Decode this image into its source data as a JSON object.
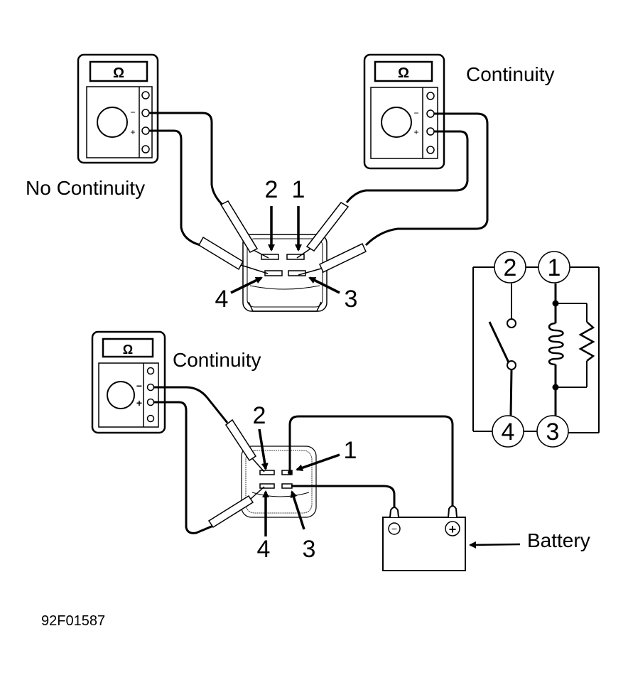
{
  "diagram": {
    "figure_id": "92F01587",
    "colors": {
      "ink": "#000000",
      "background": "#ffffff"
    },
    "meter_symbol": "Ω",
    "meter_terminal_signs": {
      "negative": "−",
      "positive": "+"
    },
    "test1": {
      "result_label": "No Continuity",
      "pins": [
        "2",
        "1",
        "4",
        "3"
      ]
    },
    "test2": {
      "result_label": "Continuity"
    },
    "test3": {
      "result_label": "Continuity",
      "pins": [
        "2",
        "1",
        "4",
        "3"
      ],
      "battery_label": "Battery",
      "battery_neg": "−",
      "battery_pos": "+"
    },
    "schematic": {
      "terminals": [
        "2",
        "1",
        "4",
        "3"
      ]
    }
  }
}
